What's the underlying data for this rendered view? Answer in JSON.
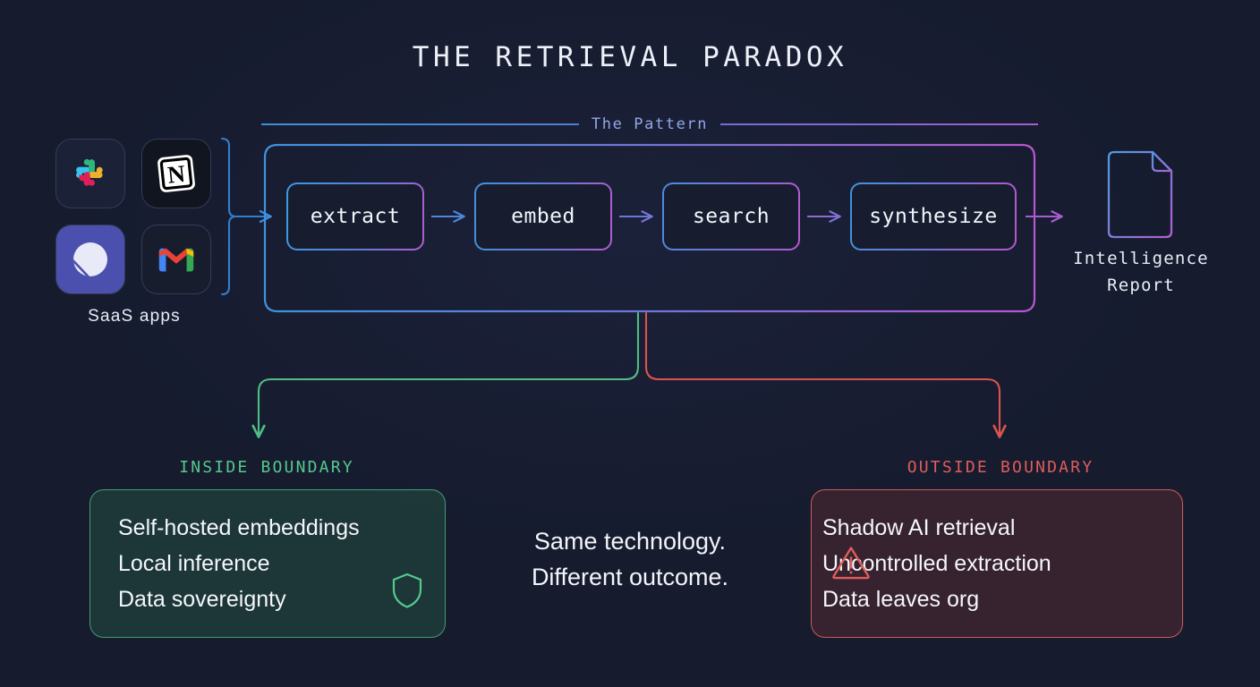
{
  "title": "THE RETRIEVAL PARADOX",
  "section": {
    "pattern_label": "The Pattern"
  },
  "sources": {
    "label": "SaaS apps",
    "apps": [
      {
        "name": "slack",
        "icon": "slack-icon"
      },
      {
        "name": "notion",
        "icon": "notion-icon",
        "glyph": "N"
      },
      {
        "name": "linear",
        "icon": "linear-icon"
      },
      {
        "name": "gmail",
        "icon": "gmail-icon",
        "glyph": "M"
      }
    ]
  },
  "pipeline": {
    "stages": [
      {
        "id": "extract",
        "label": "extract"
      },
      {
        "id": "embed",
        "label": "embed"
      },
      {
        "id": "search",
        "label": "search"
      },
      {
        "id": "synthesize",
        "label": "synthesize"
      }
    ]
  },
  "output": {
    "icon": "document-icon",
    "label_line1": "Intelligence",
    "label_line2": "Report"
  },
  "branches": {
    "inside": {
      "header": "INSIDE BOUNDARY",
      "icon": "shield-icon",
      "items": [
        "Self-hosted embeddings",
        "Local inference",
        "Data sovereignty"
      ]
    },
    "outside": {
      "header": "OUTSIDE BOUNDARY",
      "icon": "warning-triangle-icon",
      "items": [
        "Shadow AI retrieval",
        "Uncontrolled extraction",
        "Data leaves org"
      ]
    }
  },
  "caption": {
    "line1": "Same technology.",
    "line2": "Different outcome."
  },
  "colors": {
    "background": "#161b2e",
    "pipeline_start": "#3e93de",
    "pipeline_end": "#b657cf",
    "inside_green": "#55c98d",
    "outside_red": "#e05c5c",
    "title_text": "#eef1f8",
    "pattern_label": "#92a7e8"
  }
}
